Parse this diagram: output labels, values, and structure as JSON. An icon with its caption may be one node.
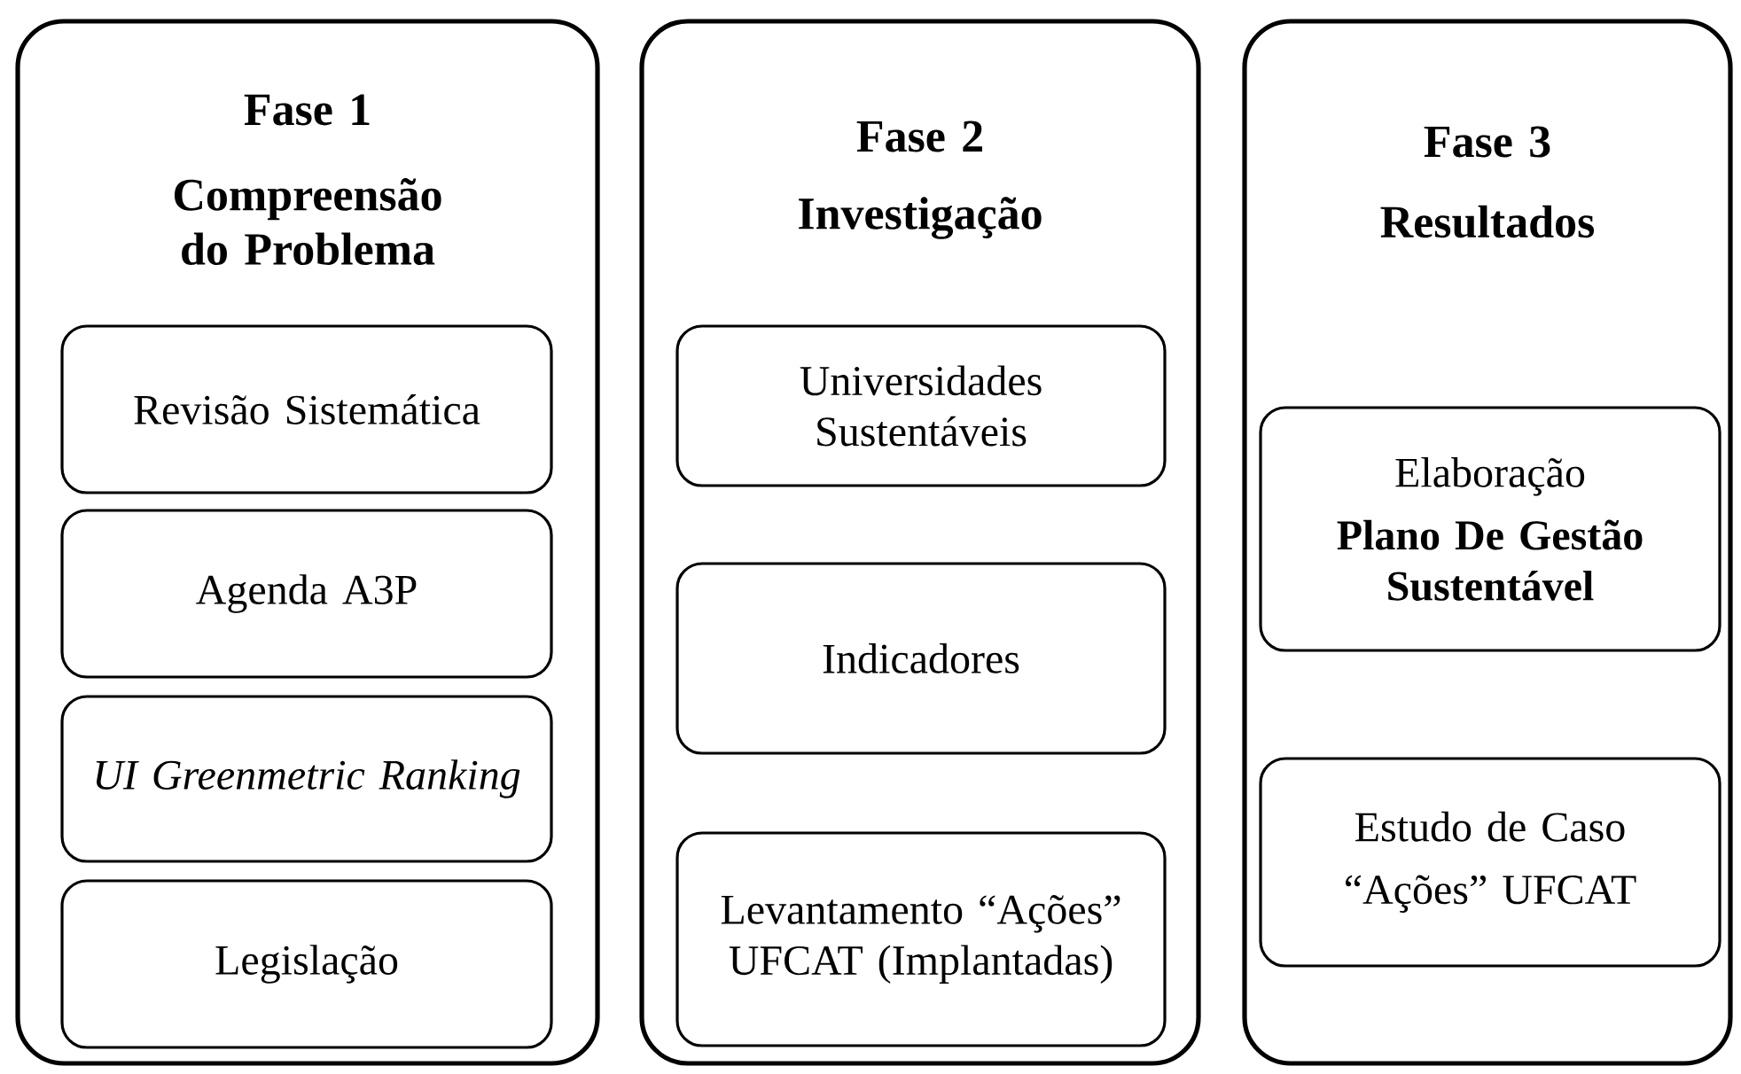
{
  "diagram": {
    "nodes": [
      {
        "text": [
          "Fase 1",
          "Compreensão do Problema"
        ]
      },
      {
        "text": [
          "Revisão Sistemática"
        ],
        "in": 0
      },
      {
        "text": [
          "Agenda A3P"
        ],
        "in": 0
      },
      {
        "text": [
          "UI Greenmetric Ranking"
        ],
        "in": 0
      },
      {
        "text": [
          "Legislação"
        ],
        "in": 0
      },
      {
        "text": [
          "Fase 2",
          "Investigação"
        ]
      },
      {
        "text": [
          "Universidades Sustentáveis"
        ],
        "in": 5
      },
      {
        "text": [
          "Indicadores"
        ],
        "in": 5
      },
      {
        "text": [
          "Levantamento “Ações” UFCAT (Implantadas)"
        ],
        "in": 5
      },
      {
        "text": [
          "Fase 3",
          "Resultados"
        ]
      },
      {
        "text": [
          "Elaboração",
          "Plano De Gestão Sustentável"
        ],
        "in": 9
      },
      {
        "text": [
          "Estudo de Caso",
          "“Ações” UFCAT"
        ],
        "in": 9
      }
    ]
  }
}
